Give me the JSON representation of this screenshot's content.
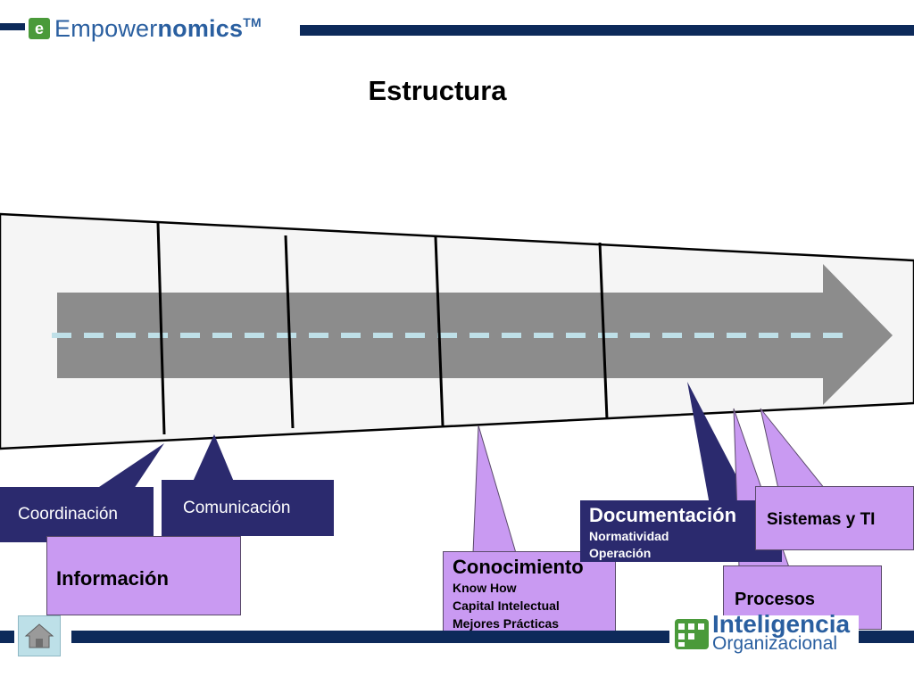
{
  "header": {
    "logo_letter": "e",
    "logo_text_regular": "Empower",
    "logo_text_bold": "nomics",
    "logo_tm": "TM",
    "title": "Estructura"
  },
  "stages": {
    "coordinacion": {
      "label": "Coordinación"
    },
    "comunicacion": {
      "label": "Comunicación"
    },
    "informacion": {
      "label": "Información"
    },
    "conocimiento": {
      "label": "Conocimiento",
      "items": [
        "Know How",
        "Capital Intelectual",
        "Mejores Prácticas"
      ]
    },
    "documentacion": {
      "label": "Documentación",
      "items": [
        "Normatividad",
        "Operación"
      ]
    },
    "sistemas": {
      "label": "Sistemas y TI"
    },
    "procesos": {
      "label": "Procesos"
    }
  },
  "footer": {
    "brand_top": "Inteligencia",
    "brand_bottom": "Organizacional"
  },
  "colors": {
    "navy": "#0d2a5a",
    "dark_box": "#2b2a6e",
    "light_box": "#c99af2",
    "arrow": "#8c8c8c",
    "dash": "#bfe0e8",
    "logo_green": "#4a9a3a",
    "brand_blue": "#2a5fa0"
  }
}
